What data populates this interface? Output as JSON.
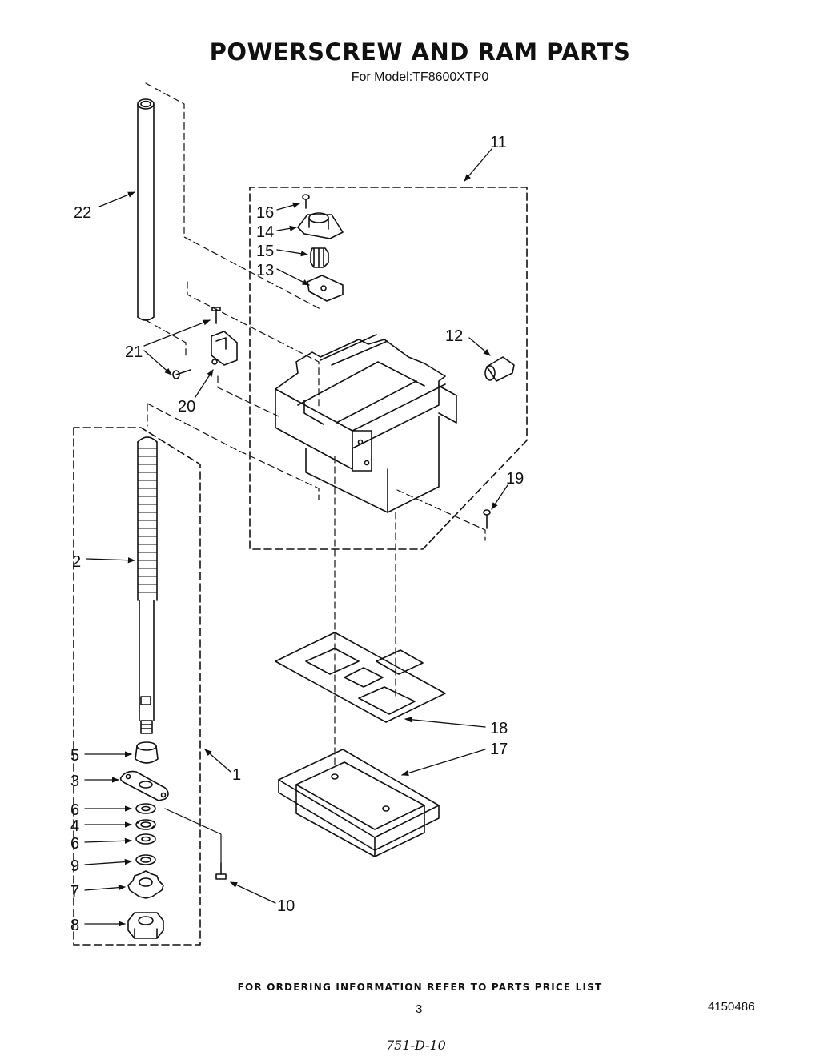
{
  "header": {
    "title": "POWERSCREW AND RAM PARTS",
    "subtitle": "For Model:TF8600XTP0"
  },
  "callouts": {
    "c1": "1",
    "c2": "2",
    "c3": "3",
    "c4": "4",
    "c5": "5",
    "c6a": "6",
    "c6b": "6",
    "c7": "7",
    "c8": "8",
    "c9": "9",
    "c10": "10",
    "c11": "11",
    "c12": "12",
    "c13": "13",
    "c14": "14",
    "c15": "15",
    "c16": "16",
    "c17": "17",
    "c18": "18",
    "c19": "19",
    "c20": "20",
    "c21": "21",
    "c22": "22"
  },
  "footer": {
    "ordering_note": "FOR ORDERING INFORMATION REFER TO PARTS PRICE LIST",
    "page_number": "3",
    "document_number": "4150486",
    "handwritten_code": "751-D-10"
  }
}
